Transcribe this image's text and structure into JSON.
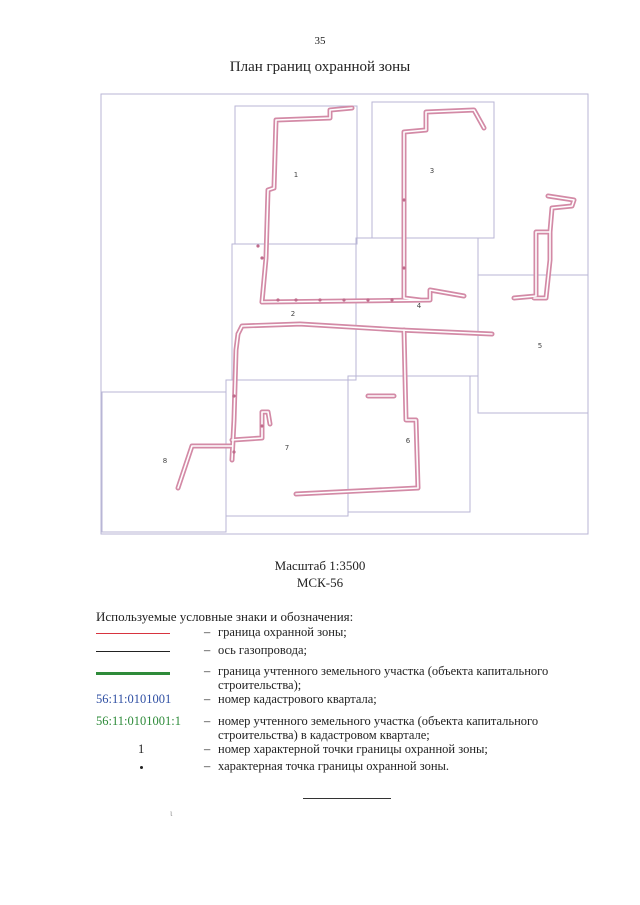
{
  "page": {
    "number": "35",
    "title": "План границ охранной зоны"
  },
  "map": {
    "zones": [
      {
        "label": "1"
      },
      {
        "label": "2"
      },
      {
        "label": "3"
      },
      {
        "label": "4"
      },
      {
        "label": "5"
      },
      {
        "label": "6"
      },
      {
        "label": "7"
      },
      {
        "label": "8"
      }
    ],
    "colors": {
      "sheet_border": "#b8b6d6",
      "boundary": "#d38aa6",
      "axis": "#2a2a2a"
    }
  },
  "scale": {
    "ratio": "Масштаб 1:3500",
    "crs": "МСК-56"
  },
  "legend": {
    "header": "Используемые условные знаки и обозначения:",
    "dash": "–",
    "items": [
      {
        "sample": "",
        "color": "#d8343f",
        "description": "граница охранной зоны;"
      },
      {
        "sample": "",
        "color": "#222222",
        "description": "ось газопровода;"
      },
      {
        "sample": "",
        "color": "#2e8b3a",
        "description": "граница учтенного земельного участка (объекта капитального строительства);"
      },
      {
        "sample": "56:11:0101001",
        "color": "#2f4fa3",
        "description": "номер кадастрового квартала;"
      },
      {
        "sample": "56:11:0101001:1",
        "color": "#2e8b3a",
        "description": "номер учтенного земельного участка (объекта капитального строительства) в кадастровом квартале;"
      },
      {
        "sample": "1",
        "color": "#222222",
        "description": "номер характерной точки границы охранной зоны;"
      },
      {
        "sample": "",
        "color": "#222222",
        "description": "характерная точка границы охранной зоны."
      }
    ]
  }
}
